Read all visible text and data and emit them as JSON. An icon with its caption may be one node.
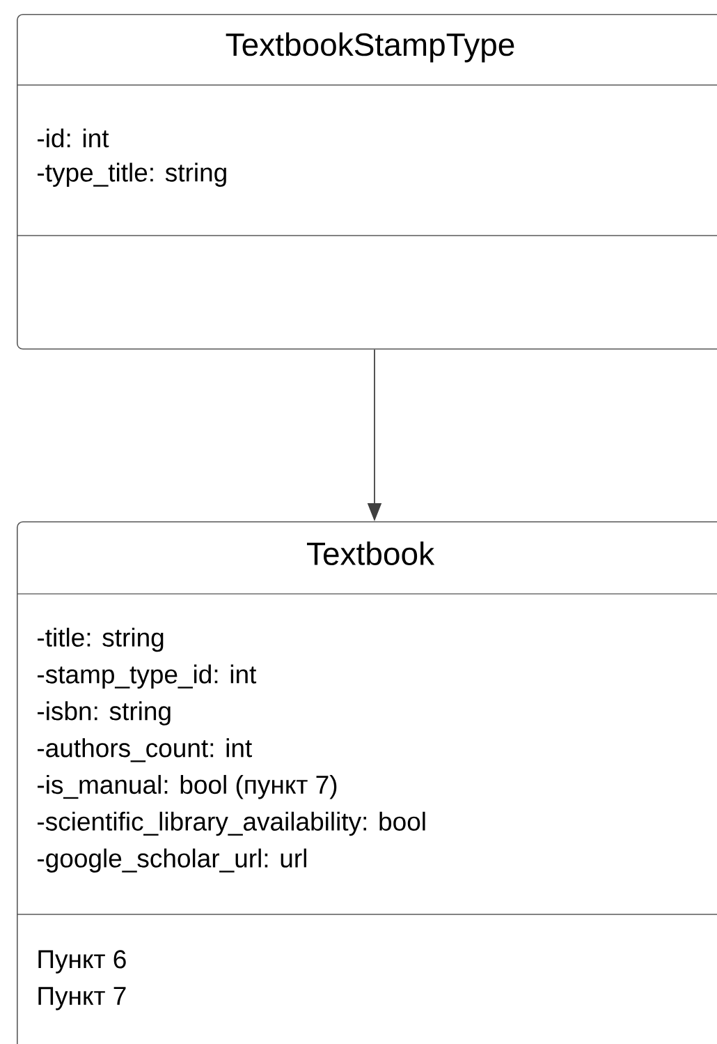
{
  "diagram": {
    "nodes": [
      {
        "text": [
          "TextbookStampType",
          "-id: int",
          "-type_title: string"
        ]
      },
      {
        "text": [
          "Textbook",
          "-title: string",
          "-stamp_type_id: int",
          "-isbn: string",
          "-authors_count: int",
          "-is_manual: bool (пункт 7)",
          "-scientific_library_availability: bool",
          "-google_scholar_url: url",
          "Пункт 6",
          "Пункт 7"
        ]
      }
    ],
    "edges": [
      {
        "from": 0,
        "to": 1,
        "arrow": "to"
      }
    ]
  }
}
